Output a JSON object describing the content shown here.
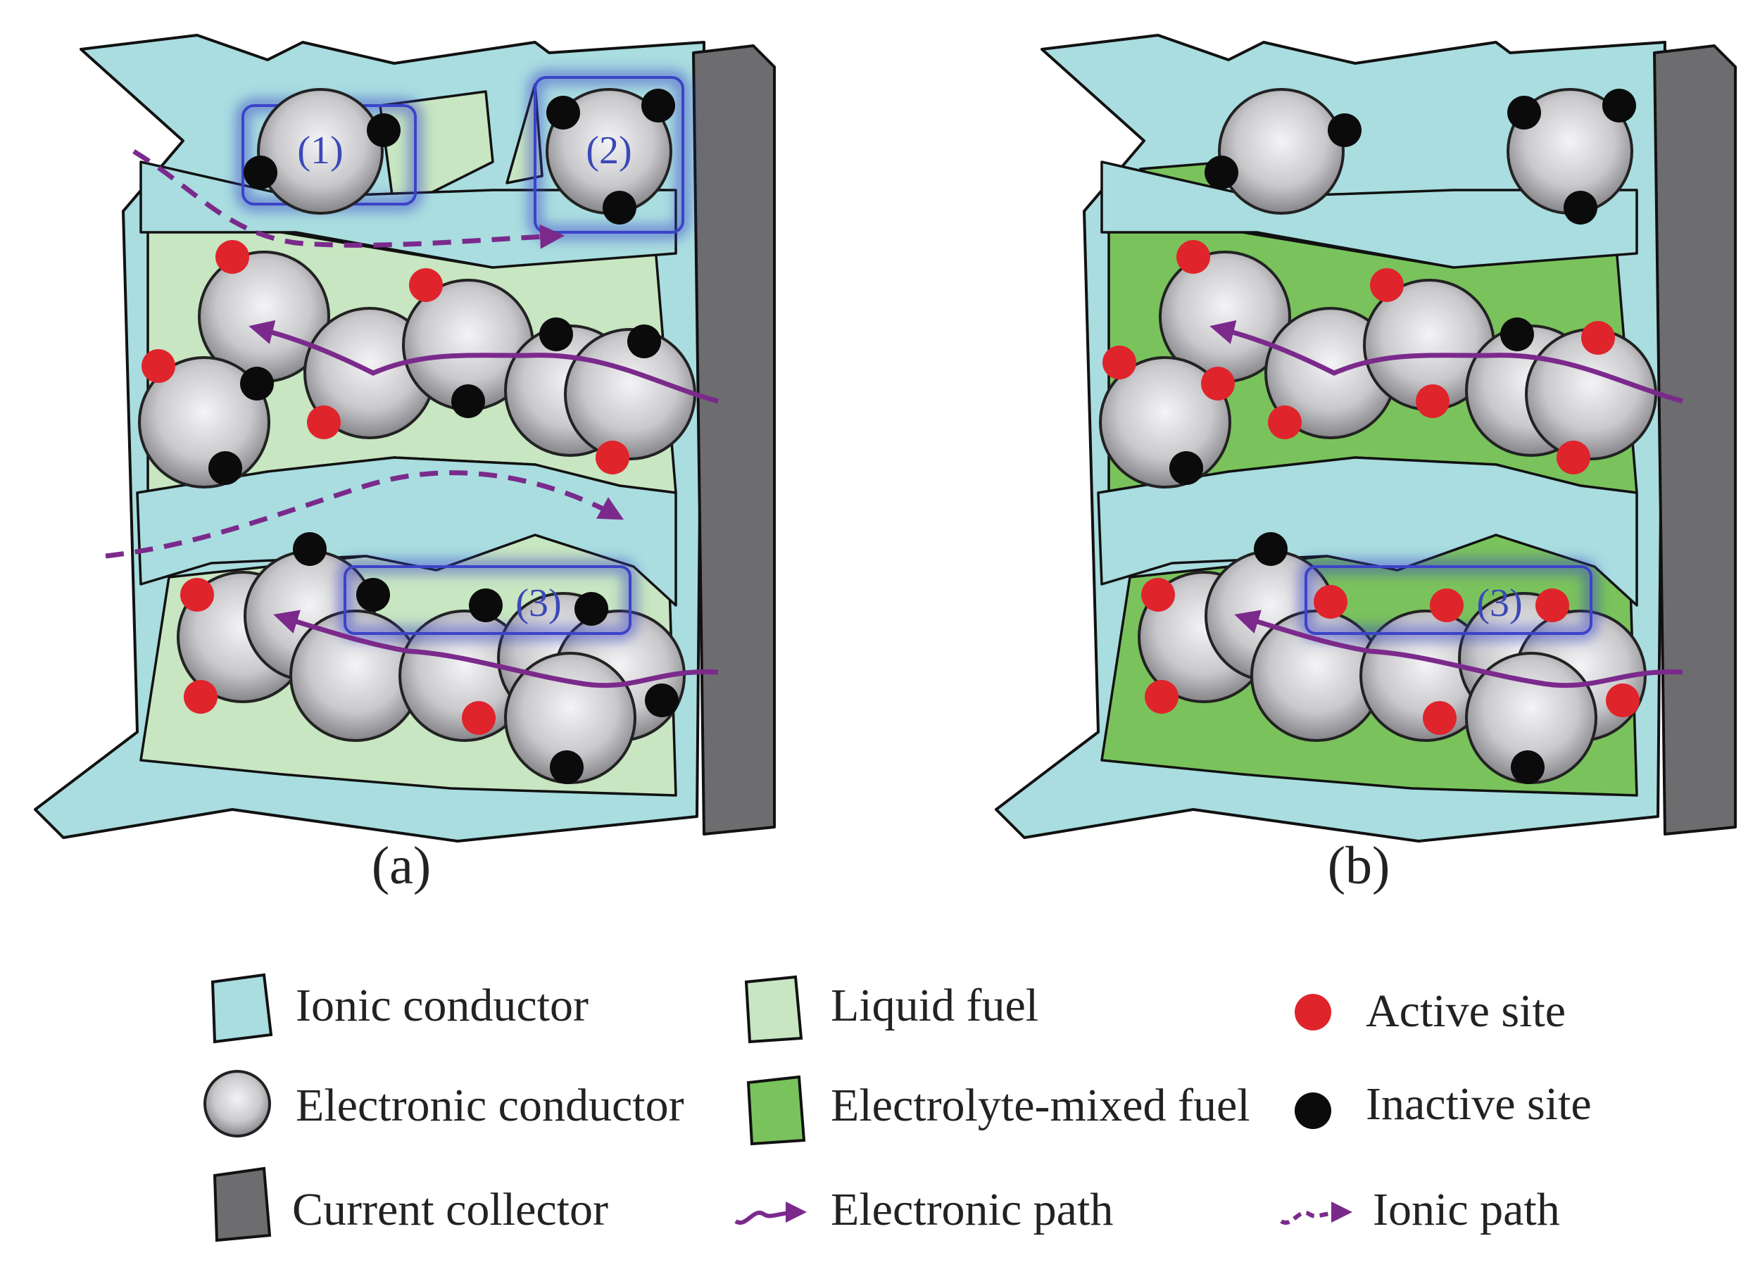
{
  "colors": {
    "ionic_conductor": "#a9dde0",
    "liquid_fuel": "#c7e6c1",
    "electrolyte_mixed_fuel": "#7ac35c",
    "current_collector": "#6d6d70",
    "electronic_conductor": "#c9c9cc",
    "active_site": "#e0242b",
    "inactive_site": "#0b0b0b",
    "path": "#7b2a8c",
    "highlight": "#3b44c8"
  },
  "panels": [
    {
      "id": "a",
      "label": "(a)",
      "fuel": "Liquid fuel"
    },
    {
      "id": "b",
      "label": "(b)",
      "fuel": "Electrolyte-mixed fuel"
    }
  ],
  "regions": {
    "r1": "(1)",
    "r2": "(2)",
    "r3": "(3)"
  },
  "legend": [
    {
      "icon": "ionic-conductor",
      "label": "Ionic conductor"
    },
    {
      "icon": "liquid-fuel",
      "label": "Liquid fuel"
    },
    {
      "icon": "active-site",
      "label": "Active site"
    },
    {
      "icon": "electronic-conductor",
      "label": "Electronic conductor"
    },
    {
      "icon": "electrolyte-mixed-fuel",
      "label": "Electrolyte-mixed fuel"
    },
    {
      "icon": "inactive-site",
      "label": "Inactive site"
    },
    {
      "icon": "current-collector",
      "label": "Current collector"
    },
    {
      "icon": "electronic-path",
      "label": "Electronic path"
    },
    {
      "icon": "ionic-path",
      "label": "Ionic path"
    }
  ]
}
